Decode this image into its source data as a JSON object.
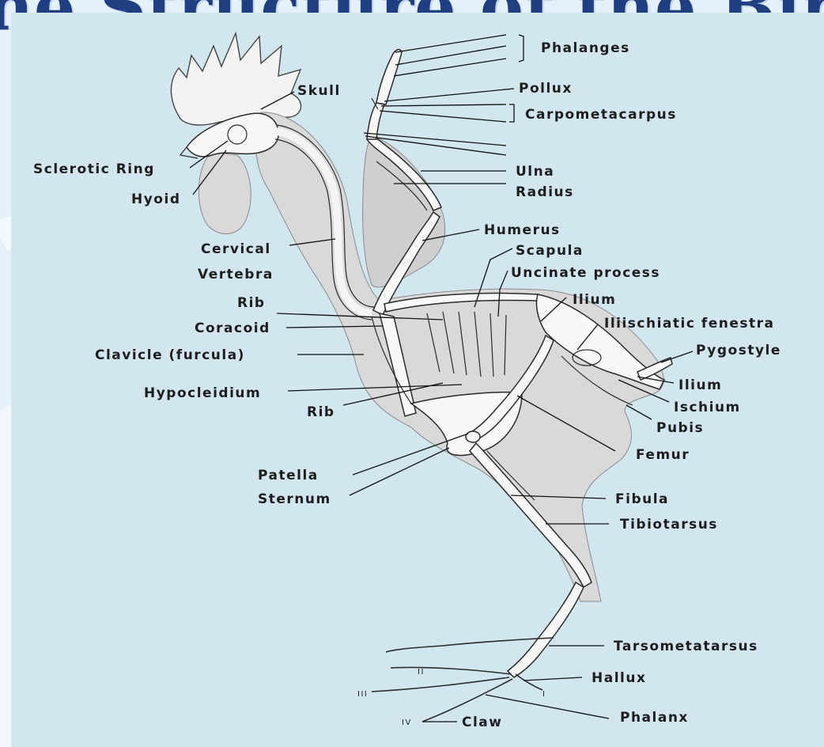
{
  "page": {
    "title": "The Structure of the Bird"
  },
  "diagram": {
    "subject": "chicken skeleton",
    "labels": {
      "phalanges": "Phalanges",
      "pollux": "Pollux",
      "carpometacarpus": "Carpometacarpus",
      "skull": "Skull",
      "sclerotic_ring": "Sclerotic Ring",
      "hyoid": "Hyoid",
      "ulna": "Ulna",
      "radius": "Radius",
      "humerus": "Humerus",
      "scapula": "Scapula",
      "cervical": "Cervical",
      "vertebra": "Vertebra",
      "uncinate_process": "Uncinate process",
      "rib_upper": "Rib",
      "ilium_upper": "Ilium",
      "coracoid": "Coracoid",
      "iliischiatic_fenestra": "Iliischiatic fenestra",
      "clavicle": "Clavicle (furcula)",
      "pygostyle": "Pygostyle",
      "ilium_lower": "Ilium",
      "hypocleidium": "Hypocleidium",
      "ischium": "Ischium",
      "rib_lower": "Rib",
      "pubis": "Pubis",
      "femur": "Femur",
      "patella": "Patella",
      "sternum": "Sternum",
      "fibula": "Fibula",
      "tibiotarsus": "Tibiotarsus",
      "tarsometatarsus": "Tarsometatarsus",
      "hallux": "Hallux",
      "phalanx": "Phalanx",
      "claw": "Claw"
    },
    "toe_numerals": {
      "t2": "II",
      "t3": "III",
      "t4": "IV",
      "t1": "I"
    }
  },
  "colors": {
    "title": "#1f3f82",
    "slide_background": "#e4f0fa",
    "panel_background": "#d2e6f0",
    "body_shading": "#d9d9d9",
    "bone": "#f8f8f6",
    "ink": "#1d1d1d"
  }
}
